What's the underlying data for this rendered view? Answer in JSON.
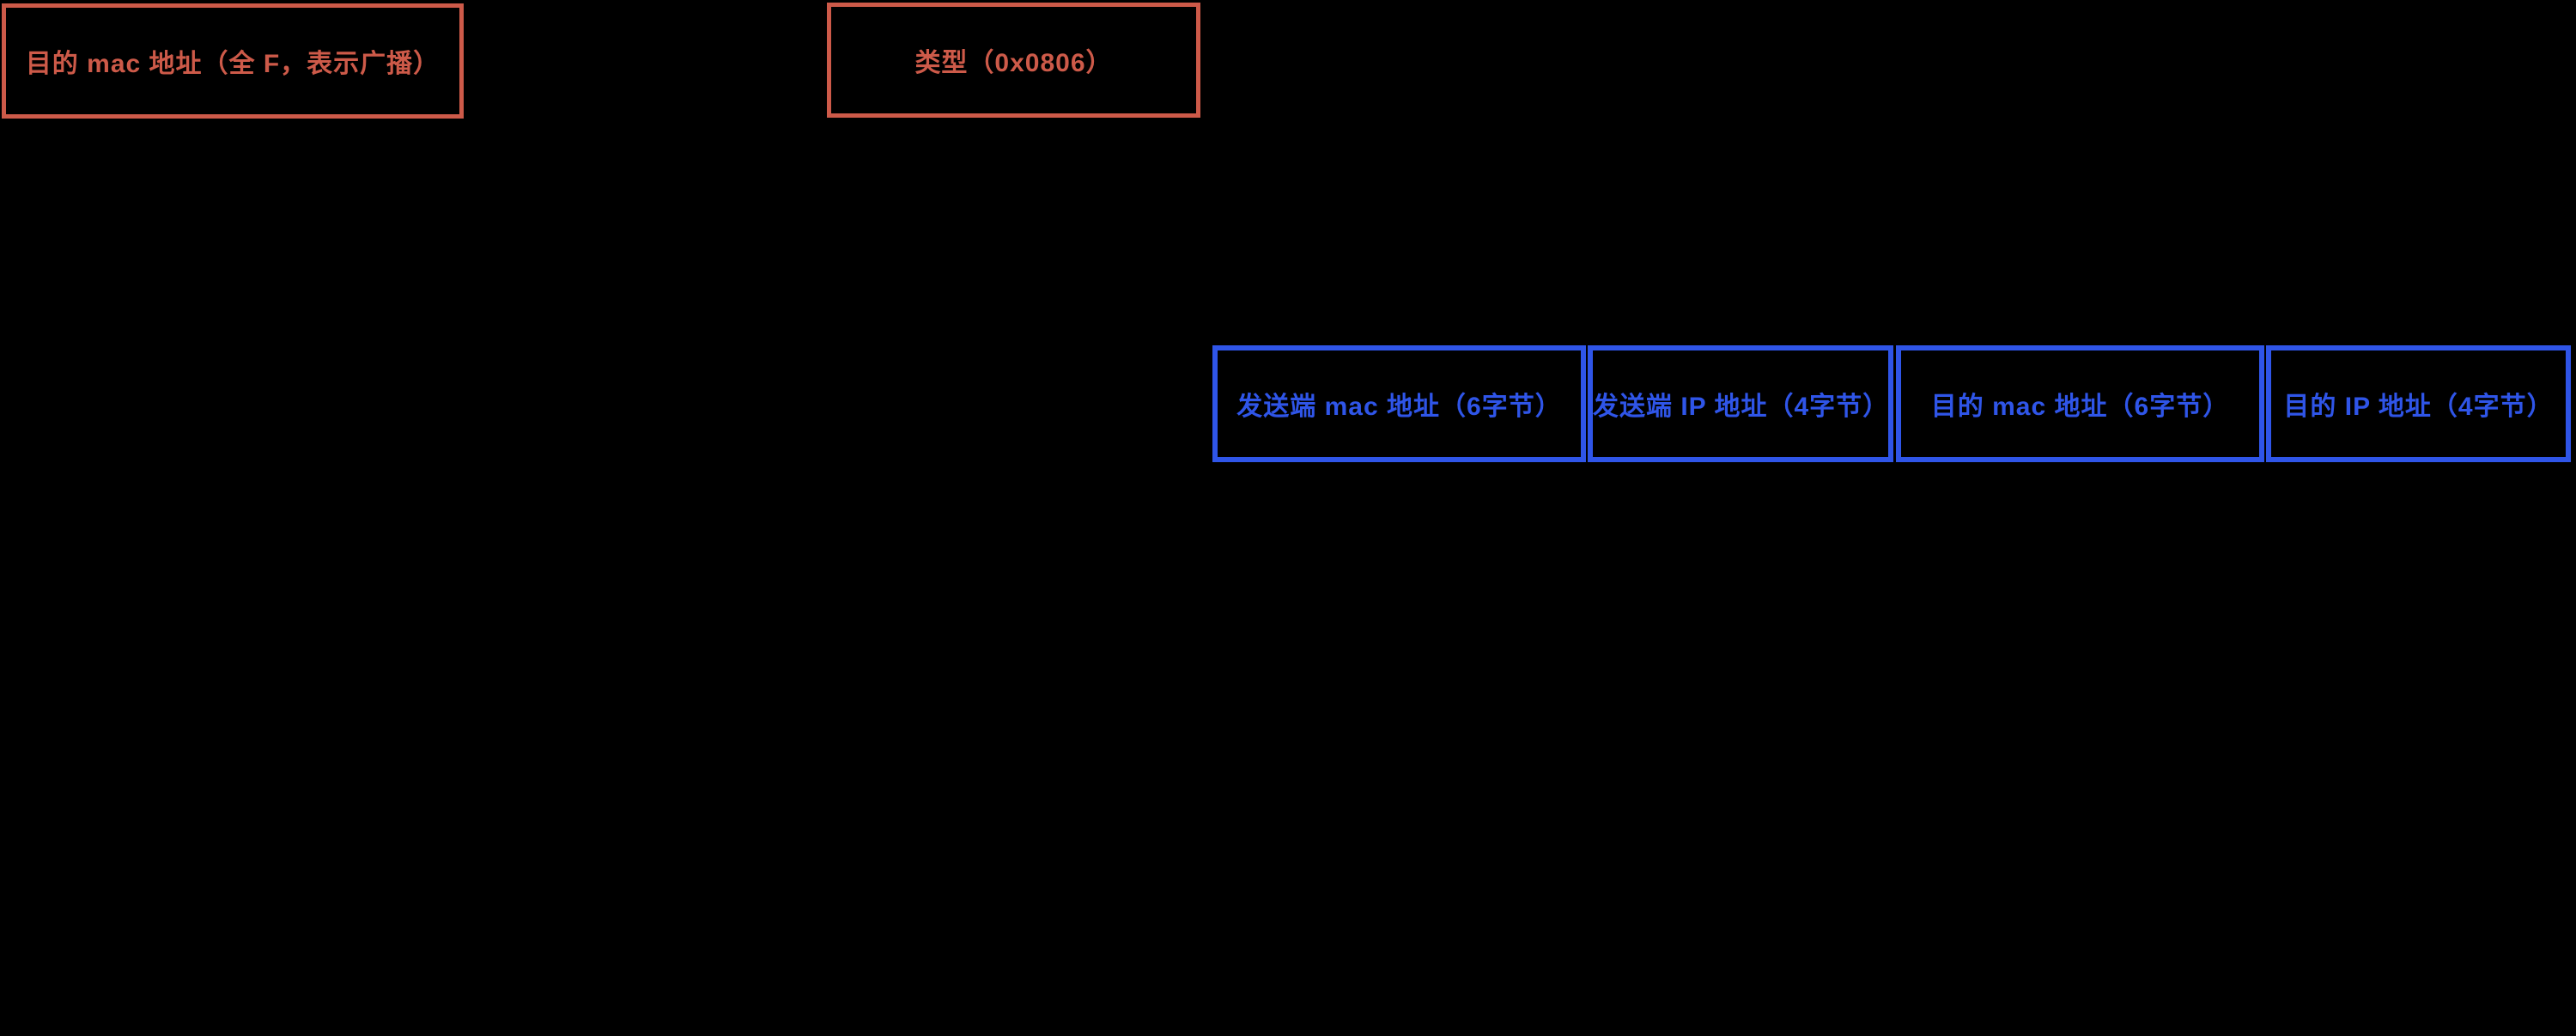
{
  "colors": {
    "background": "#000000",
    "frame_accent": "#CD5A49",
    "arp_accent": "#2F55E8"
  },
  "frame_fields": [
    {
      "label": "目的 mac 地址（全 F，表示广播）"
    },
    {
      "label": "类型（0x0806）"
    }
  ],
  "arp_fields": [
    {
      "label": "发送端 mac 地址（6字节）"
    },
    {
      "label": "发送端 IP 地址（4字节）"
    },
    {
      "label": "目的 mac 地址（6字节）"
    },
    {
      "label": "目的 IP 地址（4字节）"
    }
  ]
}
